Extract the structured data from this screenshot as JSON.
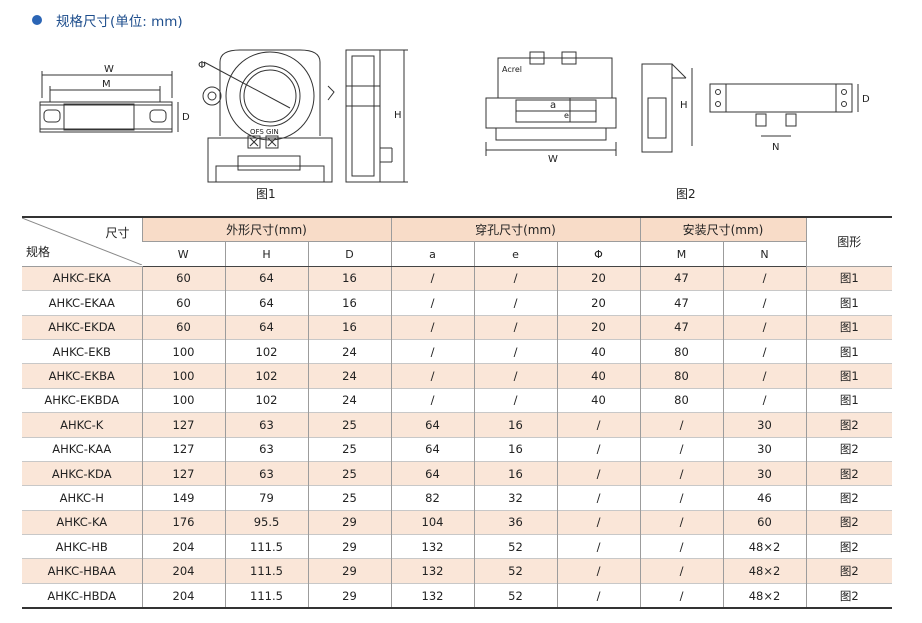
{
  "title": "规格尺寸(单位: mm)",
  "figures": {
    "fig1_label": "图1",
    "fig2_label": "图2",
    "dims": {
      "W": "W",
      "M": "M",
      "D": "D",
      "H": "H",
      "phi": "Φ",
      "a": "a",
      "e": "e",
      "N": "N"
    },
    "ofs": "OFS",
    "gin": "GIN",
    "brand": "Acrel"
  },
  "table": {
    "corner_top": "尺寸",
    "corner_bottom": "规格",
    "groups": [
      "外形尺寸(mm)",
      "穿孔尺寸(mm)",
      "安装尺寸(mm)"
    ],
    "shape_header": "图形",
    "columns": [
      "W",
      "H",
      "D",
      "a",
      "e",
      "Φ",
      "M",
      "N"
    ],
    "rows": [
      [
        "AHKC-EKA",
        "60",
        "64",
        "16",
        "/",
        "/",
        "20",
        "47",
        "/",
        "图1"
      ],
      [
        "AHKC-EKAA",
        "60",
        "64",
        "16",
        "/",
        "/",
        "20",
        "47",
        "/",
        "图1"
      ],
      [
        "AHKC-EKDA",
        "60",
        "64",
        "16",
        "/",
        "/",
        "20",
        "47",
        "/",
        "图1"
      ],
      [
        "AHKC-EKB",
        "100",
        "102",
        "24",
        "/",
        "/",
        "40",
        "80",
        "/",
        "图1"
      ],
      [
        "AHKC-EKBA",
        "100",
        "102",
        "24",
        "/",
        "/",
        "40",
        "80",
        "/",
        "图1"
      ],
      [
        "AHKC-EKBDA",
        "100",
        "102",
        "24",
        "/",
        "/",
        "40",
        "80",
        "/",
        "图1"
      ],
      [
        "AHKC-K",
        "127",
        "63",
        "25",
        "64",
        "16",
        "/",
        "/",
        "30",
        "图2"
      ],
      [
        "AHKC-KAA",
        "127",
        "63",
        "25",
        "64",
        "16",
        "/",
        "/",
        "30",
        "图2"
      ],
      [
        "AHKC-KDA",
        "127",
        "63",
        "25",
        "64",
        "16",
        "/",
        "/",
        "30",
        "图2"
      ],
      [
        "AHKC-H",
        "149",
        "79",
        "25",
        "82",
        "32",
        "/",
        "/",
        "46",
        "图2"
      ],
      [
        "AHKC-KA",
        "176",
        "95.5",
        "29",
        "104",
        "36",
        "/",
        "/",
        "60",
        "图2"
      ],
      [
        "AHKC-HB",
        "204",
        "111.5",
        "29",
        "132",
        "52",
        "/",
        "/",
        "48×2",
        "图2"
      ],
      [
        "AHKC-HBAA",
        "204",
        "111.5",
        "29",
        "132",
        "52",
        "/",
        "/",
        "48×2",
        "图2"
      ],
      [
        "AHKC-HBDA",
        "204",
        "111.5",
        "29",
        "132",
        "52",
        "/",
        "/",
        "48×2",
        "图2"
      ]
    ]
  }
}
